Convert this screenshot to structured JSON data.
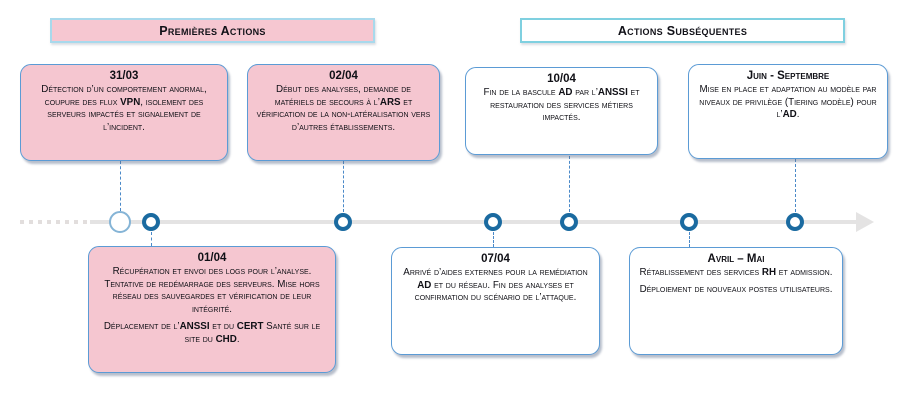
{
  "headers": [
    {
      "label": "Premières Actions"
    },
    {
      "label": "Actions Subséquentes"
    }
  ],
  "timeline": {
    "events": [
      {
        "date": "31/03",
        "row": "top",
        "style": "pink",
        "paragraphs": [
          [
            {
              "t": "Détection d’un comportement anormal, coupure des flux ",
              "b": false
            },
            {
              "t": "VPN",
              "b": true
            },
            {
              "t": ", isolement des serveurs impactés et signalement de l’incident.",
              "b": false
            }
          ]
        ]
      },
      {
        "date": "02/04",
        "row": "top",
        "style": "pink",
        "paragraphs": [
          [
            {
              "t": "Début des analyses, demande de matériels de secours à l’",
              "b": false
            },
            {
              "t": "ARS",
              "b": true
            },
            {
              "t": " et vérification de la non-latéralisation vers d’autres établissements.",
              "b": false
            }
          ]
        ]
      },
      {
        "date": "10/04",
        "row": "top",
        "style": "white",
        "paragraphs": [
          [
            {
              "t": "Fin de la bascule ",
              "b": false
            },
            {
              "t": "AD",
              "b": true
            },
            {
              "t": " par l’",
              "b": false
            },
            {
              "t": "ANSSI",
              "b": true
            },
            {
              "t": " et restauration des services métiers impactés.",
              "b": false
            }
          ]
        ]
      },
      {
        "date": "Juin - Septembre",
        "row": "top",
        "style": "white",
        "paragraphs": [
          [
            {
              "t": "Mise en place et adaptation au modèle par niveaux de privilège (Tiering modèle) pour l’",
              "b": false
            },
            {
              "t": "AD",
              "b": true
            },
            {
              "t": ".",
              "b": false
            }
          ]
        ]
      },
      {
        "date": "01/04",
        "row": "bottom",
        "style": "pink",
        "paragraphs": [
          [
            {
              "t": "Récupération et envoi des logs pour l’analyse. Tentative de redémarrage des serveurs. Mise hors réseau des sauvegardes et vérification de leur intégrité.",
              "b": false
            }
          ],
          [
            {
              "t": "Déplacement de l’",
              "b": false
            },
            {
              "t": "ANSSI",
              "b": true
            },
            {
              "t": " et du ",
              "b": false
            },
            {
              "t": "CERT",
              "b": true
            },
            {
              "t": " Santé sur le site du ",
              "b": false
            },
            {
              "t": "CHD",
              "b": true
            },
            {
              "t": ".",
              "b": false
            }
          ]
        ]
      },
      {
        "date": "07/04",
        "row": "bottom",
        "style": "white",
        "paragraphs": [
          [
            {
              "t": "Arrivé d’aides externes pour la remédiation ",
              "b": false
            },
            {
              "t": "AD",
              "b": true
            },
            {
              "t": " et du réseau. Fin des analyses et confirmation du scénario de l’attaque.",
              "b": false
            }
          ]
        ]
      },
      {
        "date": "Avril – Mai",
        "row": "bottom",
        "style": "white",
        "paragraphs": [
          [
            {
              "t": "Rétablissement des services ",
              "b": false
            },
            {
              "t": "RH",
              "b": true
            },
            {
              "t": " et admission.",
              "b": false
            }
          ],
          [
            {
              "t": "Déploiement de nouveaux postes utilisateurs.",
              "b": false
            }
          ]
        ]
      }
    ]
  },
  "colors": {
    "box_pink": "#f5c6d0",
    "box_border_blue": "#5b9bd5",
    "header_border_cyan": "#7fd0e0",
    "axis_gray": "#e4e3e3",
    "node_ring_dark": "#1a6aa0",
    "node_ring_light": "#85b4d6",
    "connector_blue": "#4a89c8"
  }
}
